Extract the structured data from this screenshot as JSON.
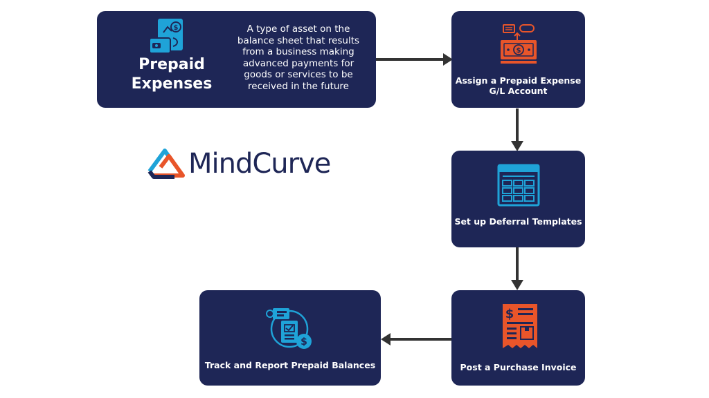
{
  "intro": {
    "title_line1": "Prepaid",
    "title_line2": "Expenses",
    "description": "A type of asset on the balance sheet that results from a business making advanced payments for goods or services to be received in the future",
    "icon": "wallet-dollar-icon"
  },
  "brand": {
    "name": "MindCurve",
    "logo_icon": "triangle-curve-logo-icon"
  },
  "steps": [
    {
      "label_line1": "Assign a Prepaid Expense",
      "label_line2": "G/L Account",
      "icon": "money-register-icon"
    },
    {
      "label_line1": "Set up Deferral Templates",
      "label_line2": "",
      "icon": "calendar-grid-icon"
    },
    {
      "label_line1": "Post a Purchase Invoice",
      "label_line2": "",
      "icon": "invoice-receipt-icon"
    },
    {
      "label_line1": "Track and Report Prepaid Balances",
      "label_line2": "",
      "icon": "checklist-dollar-icon"
    }
  ],
  "colors": {
    "box": "#1e2656",
    "accent_blue": "#1fa3d8",
    "accent_orange": "#e8552a",
    "arrow": "#333333"
  }
}
